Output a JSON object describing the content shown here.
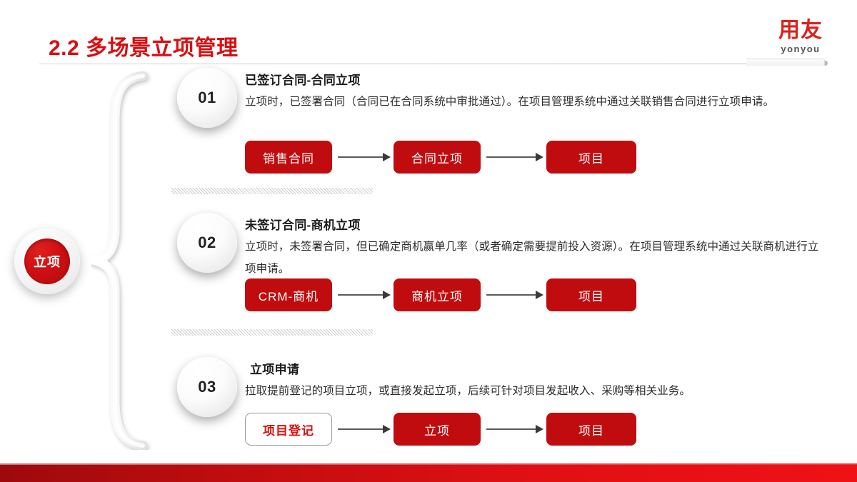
{
  "slide": {
    "title": "2.2 多场景立项管理",
    "accent_color": "#d80f12",
    "box_color": "#c00c0e"
  },
  "logo": {
    "cn": "用友",
    "en": "yonyou"
  },
  "hub": {
    "label": "立项"
  },
  "sections": [
    {
      "number": "01",
      "heading": "已签订合同-合同立项",
      "description": "立项时，已签署合同（合同已在合同系统中审批通过）。在项目管理系统中通过关联销售合同进行立项申请。",
      "flow": [
        {
          "label": "销售合同",
          "style": "filled"
        },
        {
          "label": "合同立项",
          "style": "filled"
        },
        {
          "label": "项目",
          "style": "filled"
        }
      ]
    },
    {
      "number": "02",
      "heading": "未签订合同-商机立项",
      "description": "立项时，未签署合同，但已确定商机赢单几率（或者确定需要提前投入资源）。在项目管理系统中通过关联商机进行立项申请。",
      "flow": [
        {
          "label": "CRM-商机",
          "style": "filled"
        },
        {
          "label": "商机立项",
          "style": "filled"
        },
        {
          "label": "项目",
          "style": "filled"
        }
      ]
    },
    {
      "number": "03",
      "heading": "立项申请",
      "description": "拉取提前登记的项目立项，或直接发起立项，后续可针对项目发起收入、采购等相关业务。",
      "flow": [
        {
          "label": "项目登记",
          "style": "outline"
        },
        {
          "label": "立项",
          "style": "filled"
        },
        {
          "label": "项目",
          "style": "filled"
        }
      ]
    }
  ]
}
